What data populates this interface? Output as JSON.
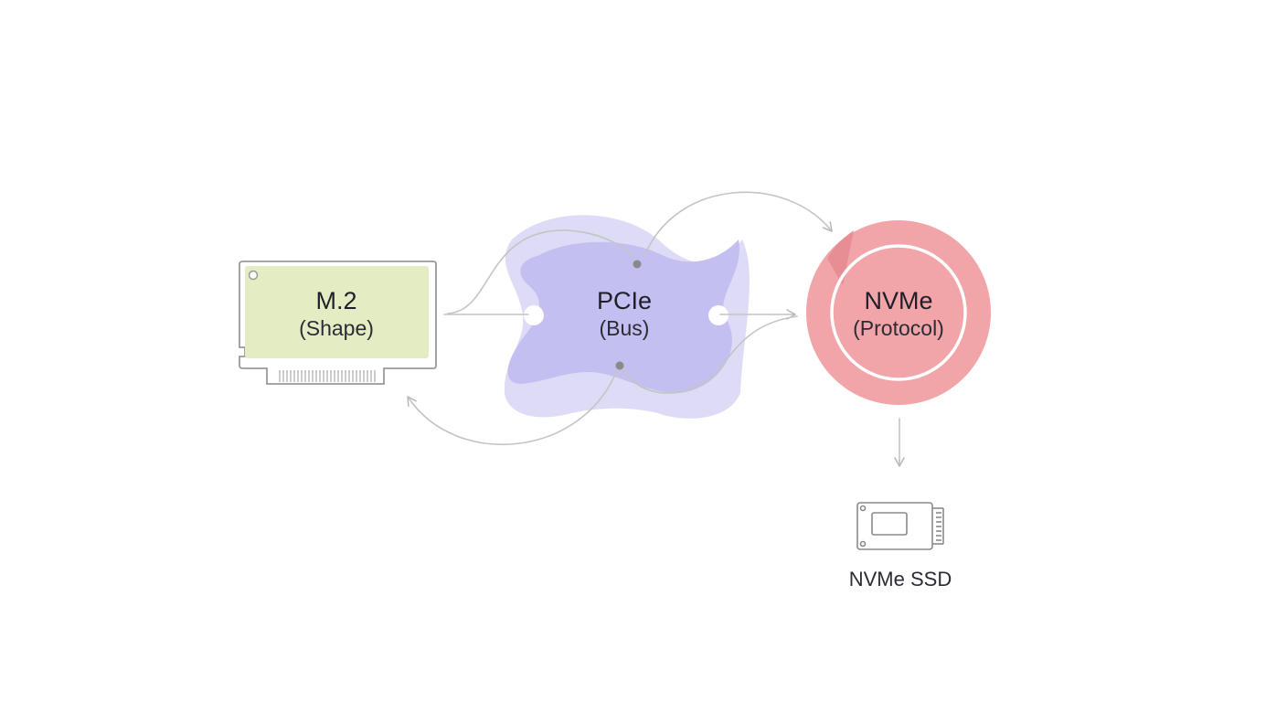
{
  "nodes": {
    "m2": {
      "title": "M.2",
      "subtitle": "(Shape)",
      "fill": "#e4ecc3",
      "stroke": "#9a9a9a"
    },
    "pcie": {
      "title": "PCIe",
      "subtitle": "(Bus)",
      "fill": "#c3bff0",
      "fill_back": "#dcd9f5"
    },
    "nvme": {
      "title": "NVMe",
      "subtitle": "(Protocol)",
      "fill": "#f2a5a9",
      "ring": "#ffffff"
    },
    "ssd": {
      "label": "NVMe SSD",
      "icon": "ssd-icon",
      "stroke": "#8a8a8a"
    }
  },
  "connectors": {
    "color": "#c4c4c4",
    "dot_color": "#8a8a8a"
  }
}
